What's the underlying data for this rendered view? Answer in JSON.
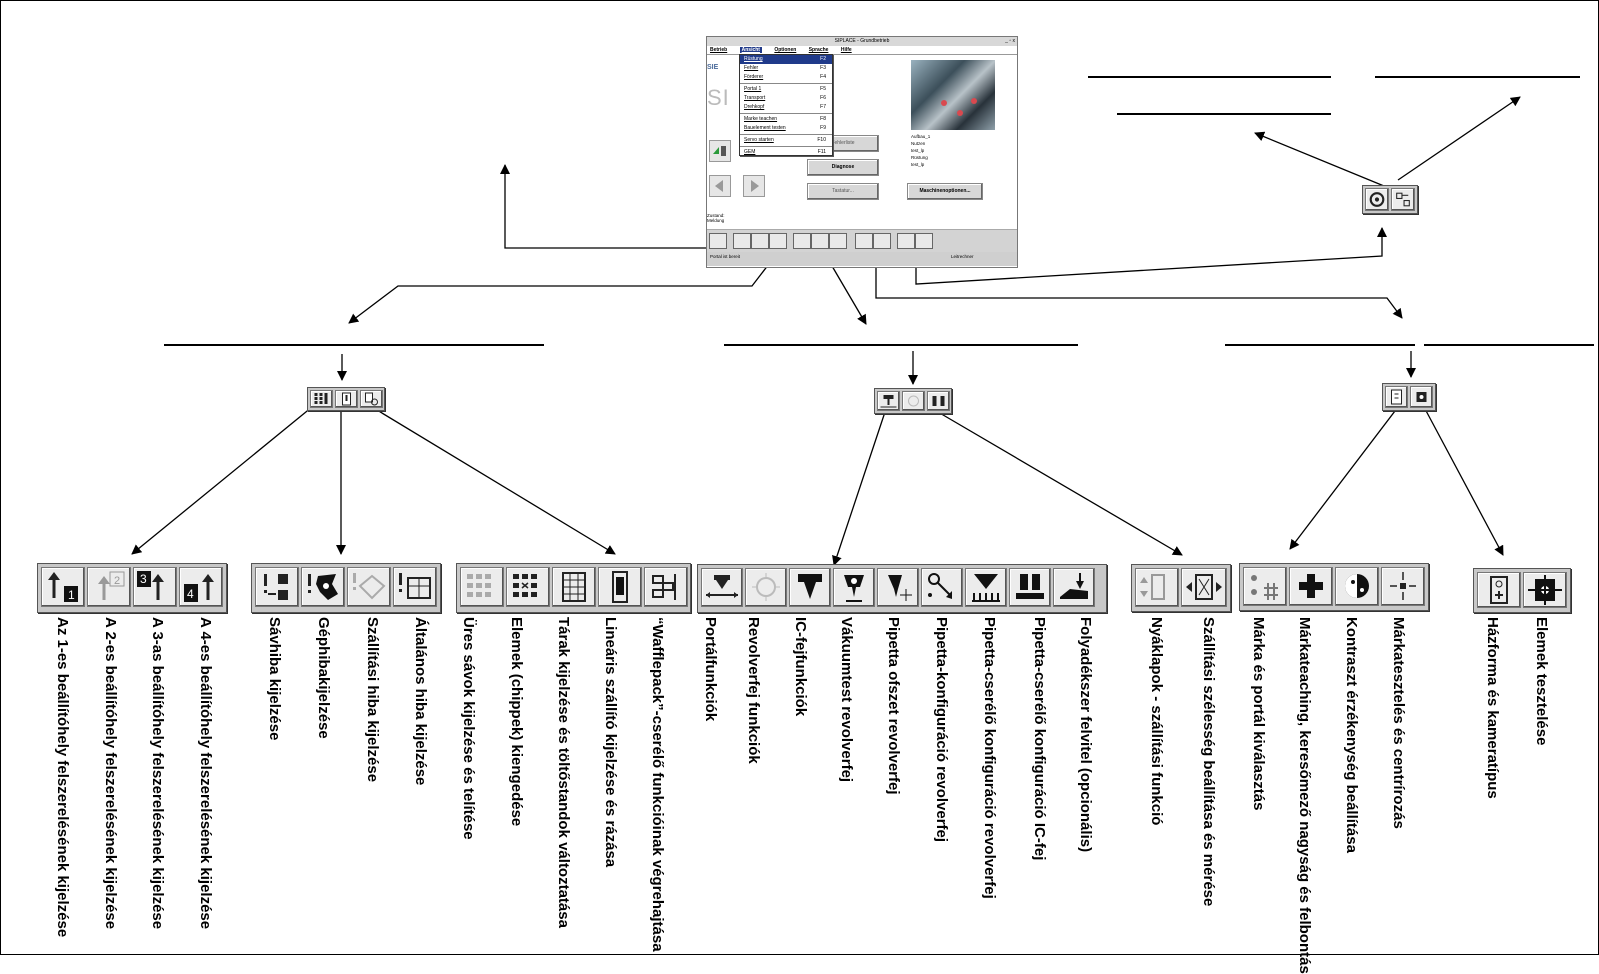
{
  "window": {
    "title": "SIPLACE - Grundbetrieb",
    "controls": "_ ▫ x",
    "menubar": [
      "Betrieb",
      "Ansicht",
      "Optionen",
      "Sprache",
      "Hilfe"
    ],
    "brand": "SIE",
    "big_title_start": "SI",
    "big_title_end": "F",
    "menu_items": [
      {
        "label": "Rüstung",
        "key": "F2"
      },
      {
        "label": "Fehler",
        "key": "F3"
      },
      {
        "label": "Förderer",
        "key": "F4"
      },
      {
        "label": "Portal 1",
        "key": "F5"
      },
      {
        "label": "Transport",
        "key": "F6"
      },
      {
        "label": "Drehkopf",
        "key": "F7"
      },
      {
        "label": "Marke teachen",
        "key": "F8"
      },
      {
        "label": "Bauelement testen",
        "key": "F9"
      },
      {
        "label": "Servo starten",
        "key": "F10"
      },
      {
        "label": "GEM",
        "key": "F11"
      }
    ],
    "info_lines": [
      "Aufbau_1",
      "Nutzen",
      "test_lp",
      "Rüstung",
      "test_lp"
    ],
    "buttons": [
      "Fehlerliste",
      "Diagnose",
      "Tastatur...",
      "Maschinenoptionen..."
    ],
    "status_lines": [
      "Zustand:",
      "Meldung"
    ],
    "statusbar": "Portal ist bereit",
    "statusbar_right": "Leitrechner"
  },
  "groups": {
    "setup": {
      "labels": [
        "Az 1-es beállítóhely felszerelésének kijelzése",
        "A 2-es beállítóhely felszerelésének kijelzése",
        "A 3-as beállítóhely felszerelésének kijelzése",
        "A 4-es beállítóhely felszerelésének kijelzése"
      ],
      "badges": [
        "1",
        "2",
        "3",
        "4"
      ]
    },
    "errors": {
      "labels": [
        "Sávhiba kijelzése",
        "Géphibakijelzése",
        "Szállítási hiba kijelzése",
        "Általános hiba kijelzése"
      ]
    },
    "feeder": {
      "labels": [
        "Üres sávok kijelzése és telítése",
        "Elemek (chippek) kiengedése",
        "Tárak kijelzése és töltőstandok változtatása",
        "Lineáris szállító kijelzése és rázása",
        "“Wafflepack”-cserélő funkcióinak végrehajtása"
      ]
    },
    "portal": {
      "labels": [
        "Portálfunkciók",
        "Revolverfej funkciók",
        "IC-fejfunkciók",
        "Vákuumtest revolverfej",
        "Pipetta ofszet revolverfej",
        "Pipetta-konfiguráció revolverfej",
        "Pipetta-cserélő konfiguráció revolverfej",
        "Pipetta-cserélő konfiguráció IC-fej",
        "Folyadékszer felvitel (opcionális)"
      ]
    },
    "transport": {
      "labels": [
        "Nyáklapok - szállítási funkció",
        "Szállítási szélesség beállítása és mérése"
      ]
    },
    "marks": {
      "labels": [
        "Márka és portál kiválasztás",
        "Márkateaching, keresőmező nagyság és felbontás",
        "Kontraszt érzékenység beállítása",
        "Márkatesztelés és centrírozás"
      ]
    },
    "components": {
      "labels": [
        "Házforma és kameratípus",
        "Elemek tesztelése"
      ]
    }
  },
  "icons": {
    "setup": [
      "setup-slot-1-icon",
      "setup-slot-2-icon",
      "setup-slot-3-icon",
      "setup-slot-4-icon"
    ],
    "errors": [
      "lane-error-icon",
      "machine-error-icon",
      "transport-error-icon",
      "general-error-icon"
    ],
    "feeder": [
      "empty-lanes-icon",
      "chip-release-icon",
      "magazine-icon",
      "linear-feeder-icon",
      "wafflepack-icon"
    ],
    "portal": [
      "portal-icon",
      "revolver-head-icon",
      "ic-head-icon",
      "vacuum-test-icon",
      "pipette-offset-icon",
      "pipette-config-icon",
      "pipette-changer-icon",
      "pipette-changer-ic-icon",
      "fluid-dispense-icon"
    ],
    "transport": [
      "pcb-transport-icon",
      "transport-width-icon"
    ],
    "marks": [
      "mark-portal-select-icon",
      "mark-teach-icon",
      "contrast-icon",
      "mark-test-icon"
    ],
    "components": [
      "package-camera-icon",
      "component-test-icon"
    ]
  }
}
